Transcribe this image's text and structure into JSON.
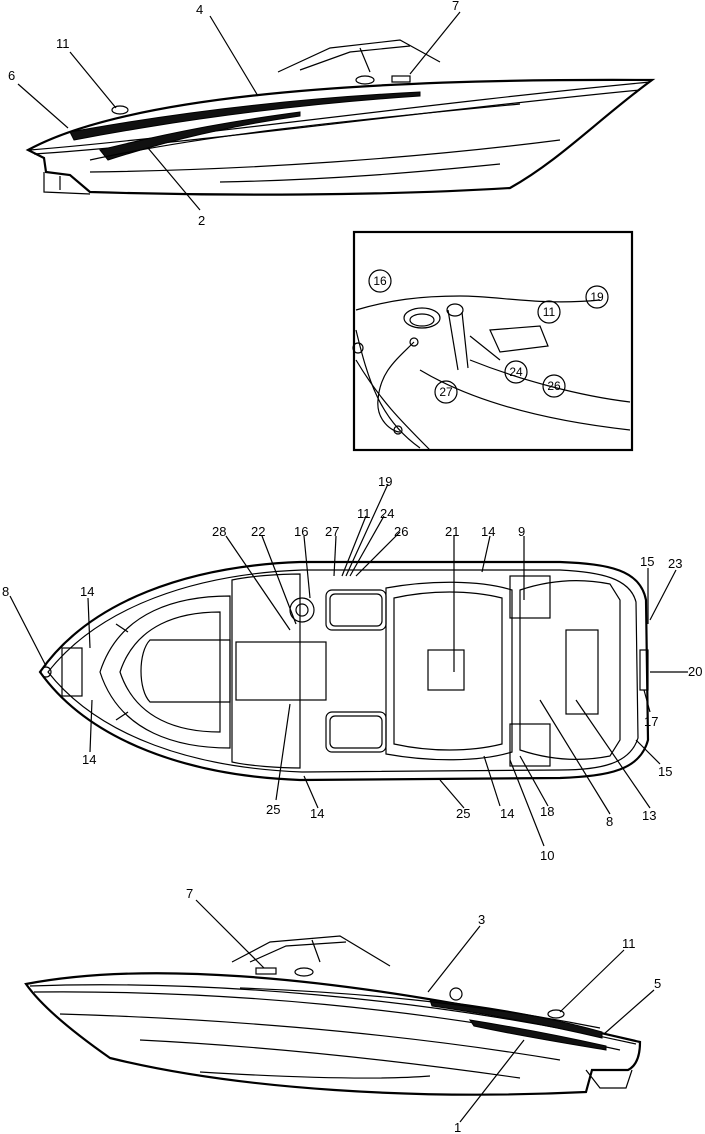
{
  "side_view_top": {
    "callouts": [
      "7",
      "4",
      "11",
      "6",
      "2"
    ]
  },
  "inset": {
    "circled_callouts": [
      "16",
      "19",
      "11",
      "27",
      "24",
      "26"
    ]
  },
  "top_view": {
    "callouts": [
      "19",
      "11",
      "24",
      "28",
      "22",
      "16",
      "27",
      "26",
      "21",
      "14",
      "9",
      "15",
      "23",
      "8",
      "14",
      "20",
      "14",
      "17",
      "15",
      "25",
      "14",
      "25",
      "14",
      "18",
      "8",
      "13",
      "10"
    ]
  },
  "side_view_bottom": {
    "callouts": [
      "7",
      "3",
      "11",
      "5",
      "1"
    ]
  }
}
